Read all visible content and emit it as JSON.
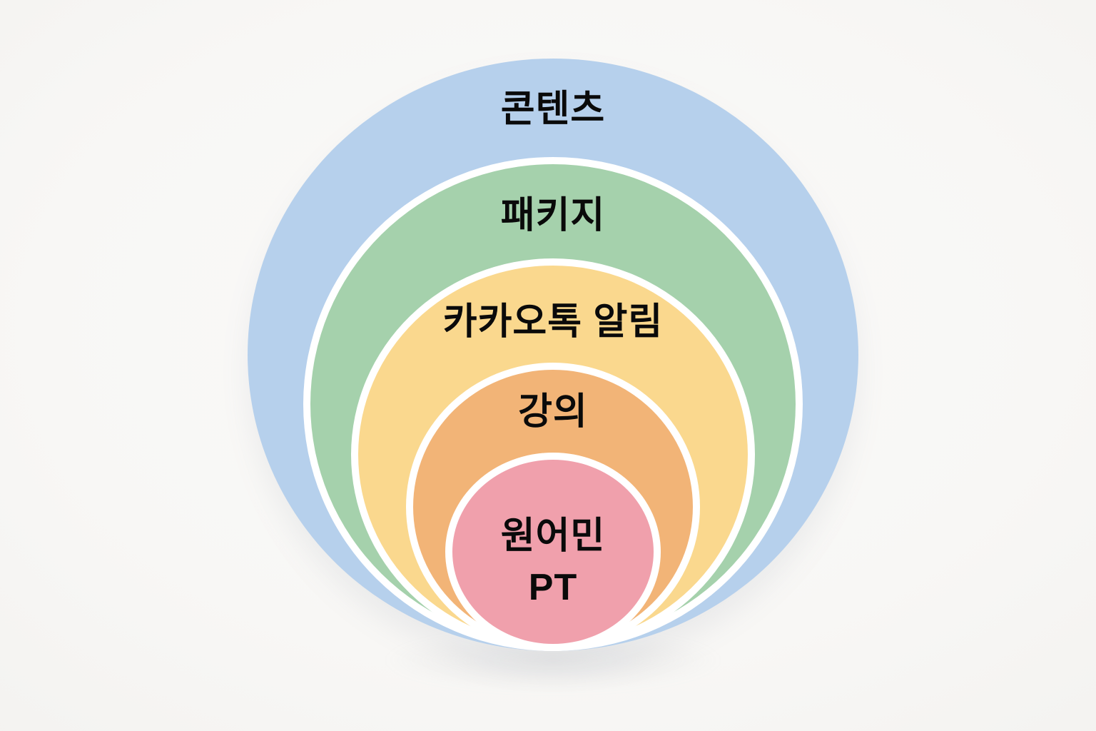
{
  "diagram": {
    "type": "nested-circles",
    "description": "Five concentric circles tangent at the bottom, each inner circle separated by a white ring",
    "background_color": "#f8f7f5",
    "text_color": "#0a0a0a",
    "separator_color": "#ffffff",
    "layers": [
      {
        "order": 1,
        "label": "콘텐츠",
        "color": "#b6d0ec"
      },
      {
        "order": 2,
        "label": "패키지",
        "color": "#a5d1ac"
      },
      {
        "order": 3,
        "label": "카카오톡 알림",
        "color": "#fad88e"
      },
      {
        "order": 4,
        "label": "강의",
        "color": "#f2b477"
      },
      {
        "order": 5,
        "label": "원어민 PT",
        "label_line1": "원어민",
        "label_line2": "PT",
        "color": "#f0a0ac"
      }
    ]
  }
}
